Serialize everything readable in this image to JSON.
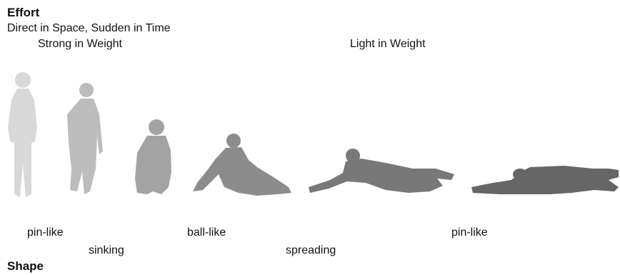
{
  "effort": {
    "heading": "Effort",
    "subtitle": "Direct in Space, Sudden in Time",
    "strong_label": "Strong in Weight",
    "light_label": "Light in Weight"
  },
  "figures": [
    {
      "name": "standing-figure",
      "color": "#d8d8d8"
    },
    {
      "name": "walking-figure",
      "color": "#bcbcbc"
    },
    {
      "name": "crouching-figure",
      "color": "#a3a3a3"
    },
    {
      "name": "reclining-figure",
      "color": "#8c8c8c"
    },
    {
      "name": "lying-spread-figure",
      "color": "#787878"
    },
    {
      "name": "lying-flat-figure",
      "color": "#666666"
    }
  ],
  "shape": {
    "heading": "Shape",
    "labels": [
      "pin-like",
      "sinking",
      "ball-like",
      "spreading",
      "pin-like"
    ]
  }
}
